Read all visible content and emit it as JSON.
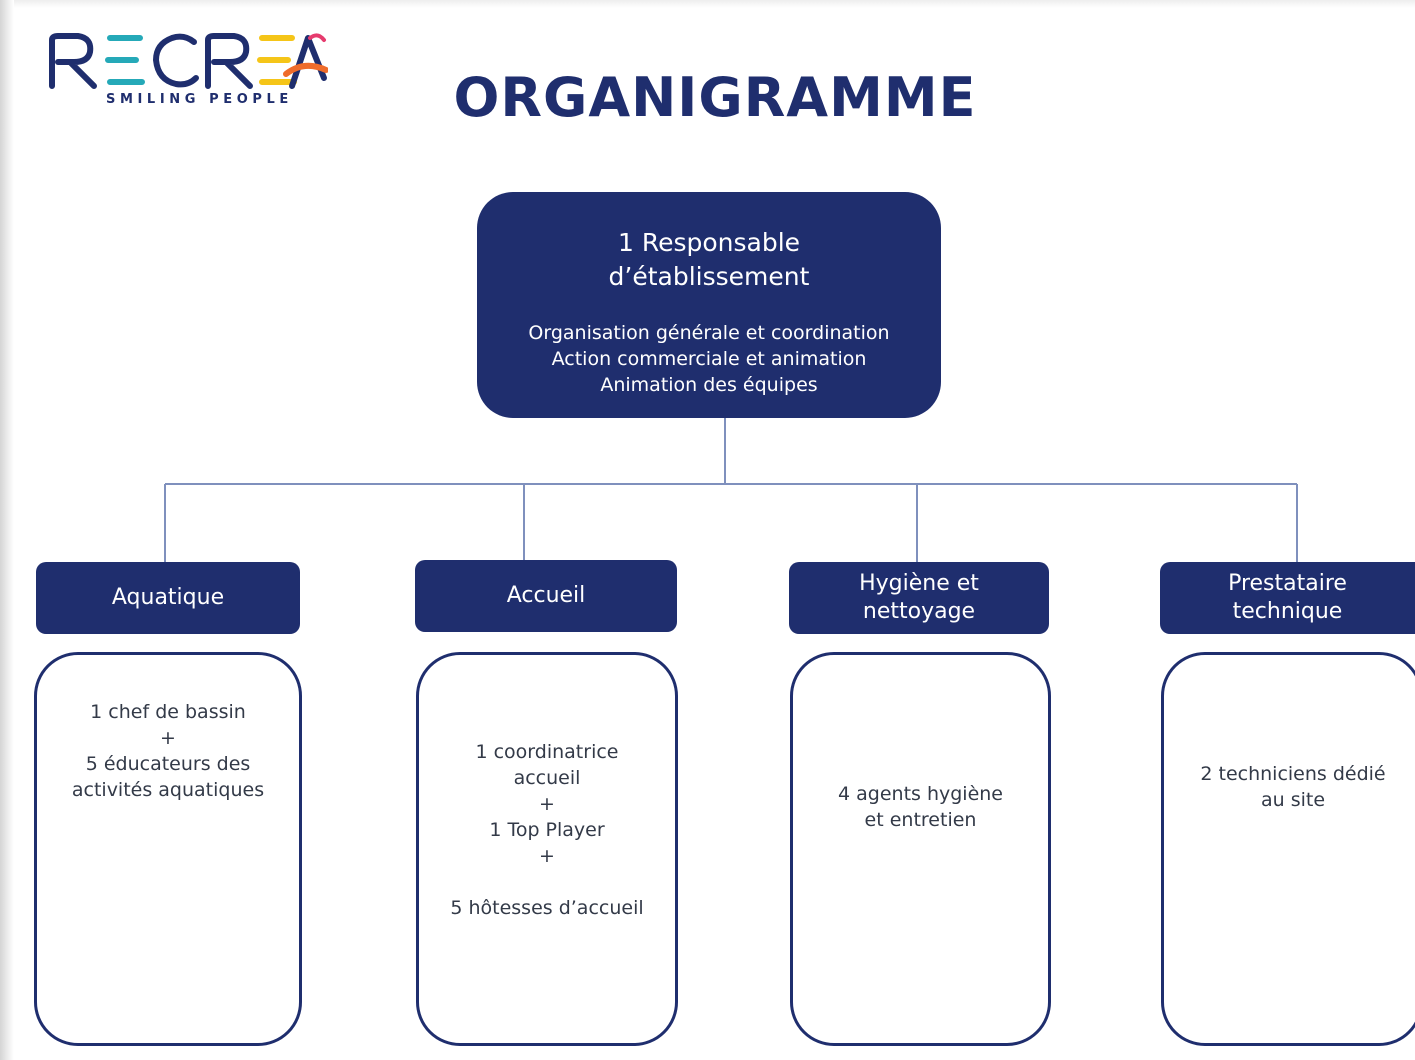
{
  "logo": {
    "name": "RECREA",
    "tagline": "SMILING PEOPLE"
  },
  "title": "ORGANIGRAMME",
  "colors": {
    "navy": "#1f2e6e",
    "connector": "#8fa0c8",
    "logo_teal": "#25a9b8",
    "logo_yellow": "#f5c518",
    "logo_orange": "#ef6c2b",
    "logo_pink": "#e63b6e"
  },
  "head": {
    "title": "1 Responsable\nd’établissement",
    "duties": [
      "Organisation générale et coordination",
      "Action commerciale et animation",
      "Animation des équipes"
    ]
  },
  "departments": [
    {
      "name": "Aquatique",
      "staff": [
        "1 chef de bassin",
        "+",
        "5 éducateurs des",
        "activités aquatiques"
      ]
    },
    {
      "name": "Accueil",
      "staff": [
        "1 coordinatrice",
        "accueil",
        "+",
        "1 Top Player",
        "+",
        "",
        "5 hôtesses d’accueil"
      ]
    },
    {
      "name": "Hygiène et\nnettoyage",
      "staff": [
        "4 agents hygiène",
        "et entretien"
      ]
    },
    {
      "name": "Prestataire\ntechnique",
      "staff": [
        "2 techniciens dédié",
        "au site"
      ]
    }
  ]
}
